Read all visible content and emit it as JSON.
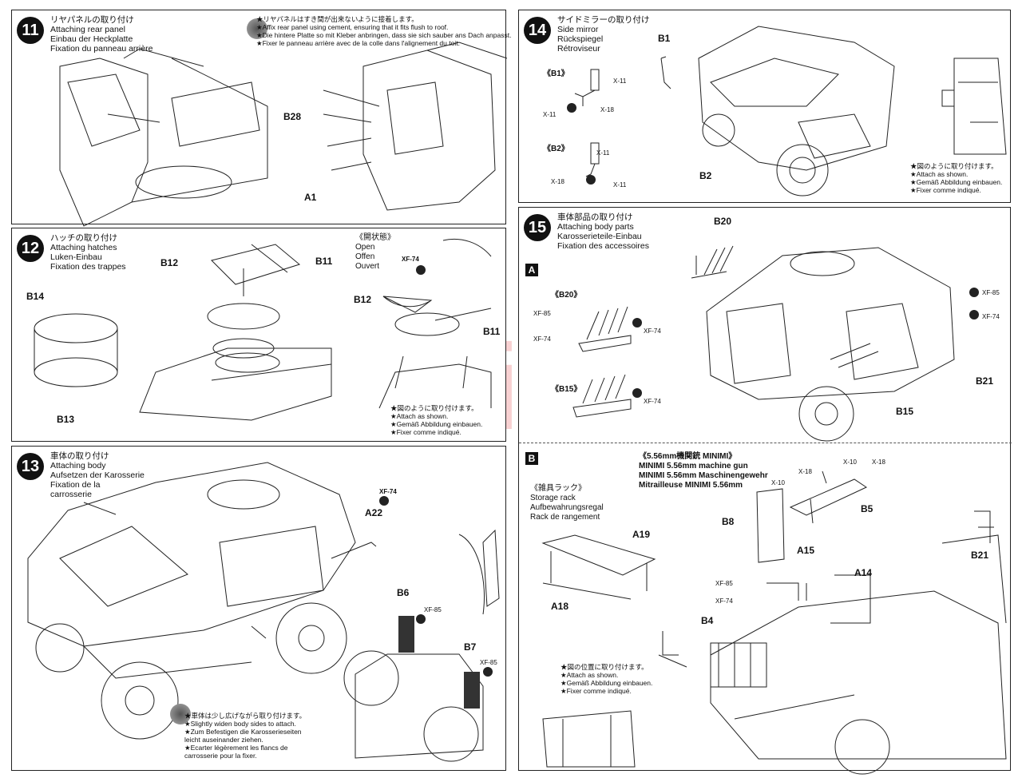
{
  "steps": {
    "s11": {
      "num": "11",
      "jp": "リヤパネルの取り付け",
      "en": "Attaching rear panel",
      "de": "Einbau der Heckplatte",
      "fr": "Fixation du panneau arrière",
      "note": [
        "★リヤパネルはすき間が出来ないように接着します。",
        "★Affix rear panel using cement, ensuring that it fits flush to roof.",
        "★Die hintere Platte so mit Kleber anbringen, dass sie sich sauber ans Dach anpasst.",
        "★Fixer le panneau arrière avec de la colle dans l'alignement du toit."
      ],
      "labels": {
        "b28": "B28",
        "a1": "A1"
      }
    },
    "s12": {
      "num": "12",
      "jp": "ハッチの取り付け",
      "en": "Attaching hatches",
      "de": "Luken-Einbau",
      "fr": "Fixation des trappes",
      "open": [
        "《開状態》",
        "Open",
        "Offen",
        "Ouvert"
      ],
      "note": [
        "★図のように取り付けます。",
        "★Attach as shown.",
        "★Gemäß Abbildung einbauen.",
        "★Fixer comme indiqué."
      ],
      "labels": {
        "b12": "B12",
        "b11": "B11",
        "b14": "B14",
        "b13": "B13",
        "b12b": "B12",
        "b11b": "B11",
        "xf74": "XF-74"
      }
    },
    "s13": {
      "num": "13",
      "jp": "車体の取り付け",
      "en": "Attaching body",
      "de": "Aufsetzen der Karosserie",
      "fr1": "Fixation de la",
      "fr2": "carrosserie",
      "note": [
        "★車体は少し広げながら取り付けます。",
        "★Slightly widen body sides to attach.",
        "★Zum Befestigen die Karosserieseiten",
        "leicht auseinander ziehen.",
        "★Ecarter légèrement les flancs de",
        "carrosserie pour la fixer."
      ],
      "labels": {
        "a22": "A22",
        "xf74": "XF-74",
        "b6": "B6",
        "b7": "B7",
        "xf85a": "XF-85",
        "xf85b": "XF-85"
      }
    },
    "s14": {
      "num": "14",
      "jp": "サイドミラーの取り付け",
      "en": "Side mirror",
      "de": "Rückspiegel",
      "fr": "Rétroviseur",
      "note": [
        "★図のように取り付けます。",
        "★Attach as shown.",
        "★Gemäß Abbildung einbauen.",
        "★Fixer comme indiqué."
      ],
      "labels": {
        "b1": "B1",
        "b1s": "《B1》",
        "b2s": "《B2》",
        "b2": "B2",
        "x11": "X-11",
        "x18": "X-18"
      }
    },
    "s15": {
      "num": "15",
      "jp": "車体部品の取り付け",
      "en": "Attaching body parts",
      "de": "Karosserieteile-Einbau",
      "fr": "Fixation des accessoires",
      "secA": "A",
      "secB": "B",
      "labels": {
        "b20": "B20",
        "b20s": "《B20》",
        "b15s": "《B15》",
        "b15": "B15",
        "b21": "B21",
        "xf85": "XF-85",
        "xf74": "XF-74"
      },
      "minimi": [
        "《5.56mm機関銃 MINIMI》",
        "MINIMI 5.56mm machine gun",
        "MINIMI 5.56mm Maschinengewehr",
        "Mitrailleuse MINIMI 5.56mm"
      ],
      "rack": [
        "《雑具ラック》",
        "Storage rack",
        "Aufbewahrungsregal",
        "Rack de rangement"
      ],
      "note": [
        "★図の位置に取り付けます。",
        "★Attach as shown.",
        "★Gemäß Abbildung einbauen.",
        "★Fixer comme indiqué."
      ],
      "labelsB": {
        "b8": "B8",
        "b5": "B5",
        "a15": "A15",
        "a14": "A14",
        "a19": "A19",
        "a18": "A18",
        "b4": "B4",
        "b21": "B21",
        "x10": "X-10",
        "x18": "X-18",
        "xf85": "XF-85",
        "xf74": "XF-74"
      }
    }
  },
  "watermark": "modelartikl.cz",
  "colors": {
    "ink": "#111111",
    "watermark": "#e65a5f"
  }
}
